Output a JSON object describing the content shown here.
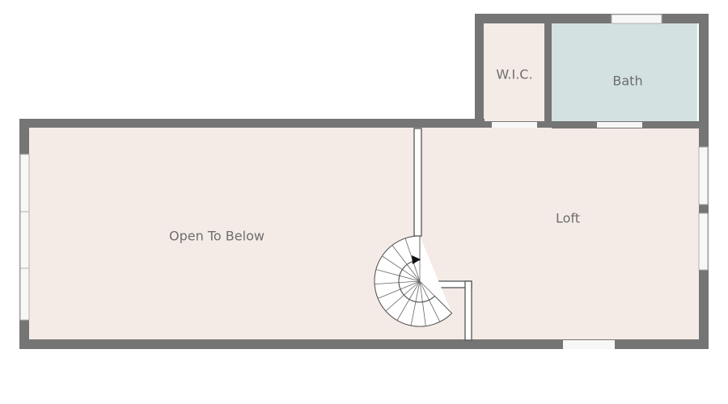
{
  "plan": {
    "colors": {
      "wall": "#757575",
      "floor": "#f4ebe6",
      "bath_floor": "#d3e1e1",
      "window": "#f7f7f7",
      "label": "#6e6e6e"
    },
    "rooms": [
      {
        "id": "open-to-below",
        "label": "Open To Below"
      },
      {
        "id": "loft",
        "label": "Loft"
      },
      {
        "id": "wic",
        "label": "W.I.C."
      },
      {
        "id": "bath",
        "label": "Bath"
      }
    ],
    "stair": {
      "type": "spiral",
      "direction_arrow": "up"
    }
  }
}
